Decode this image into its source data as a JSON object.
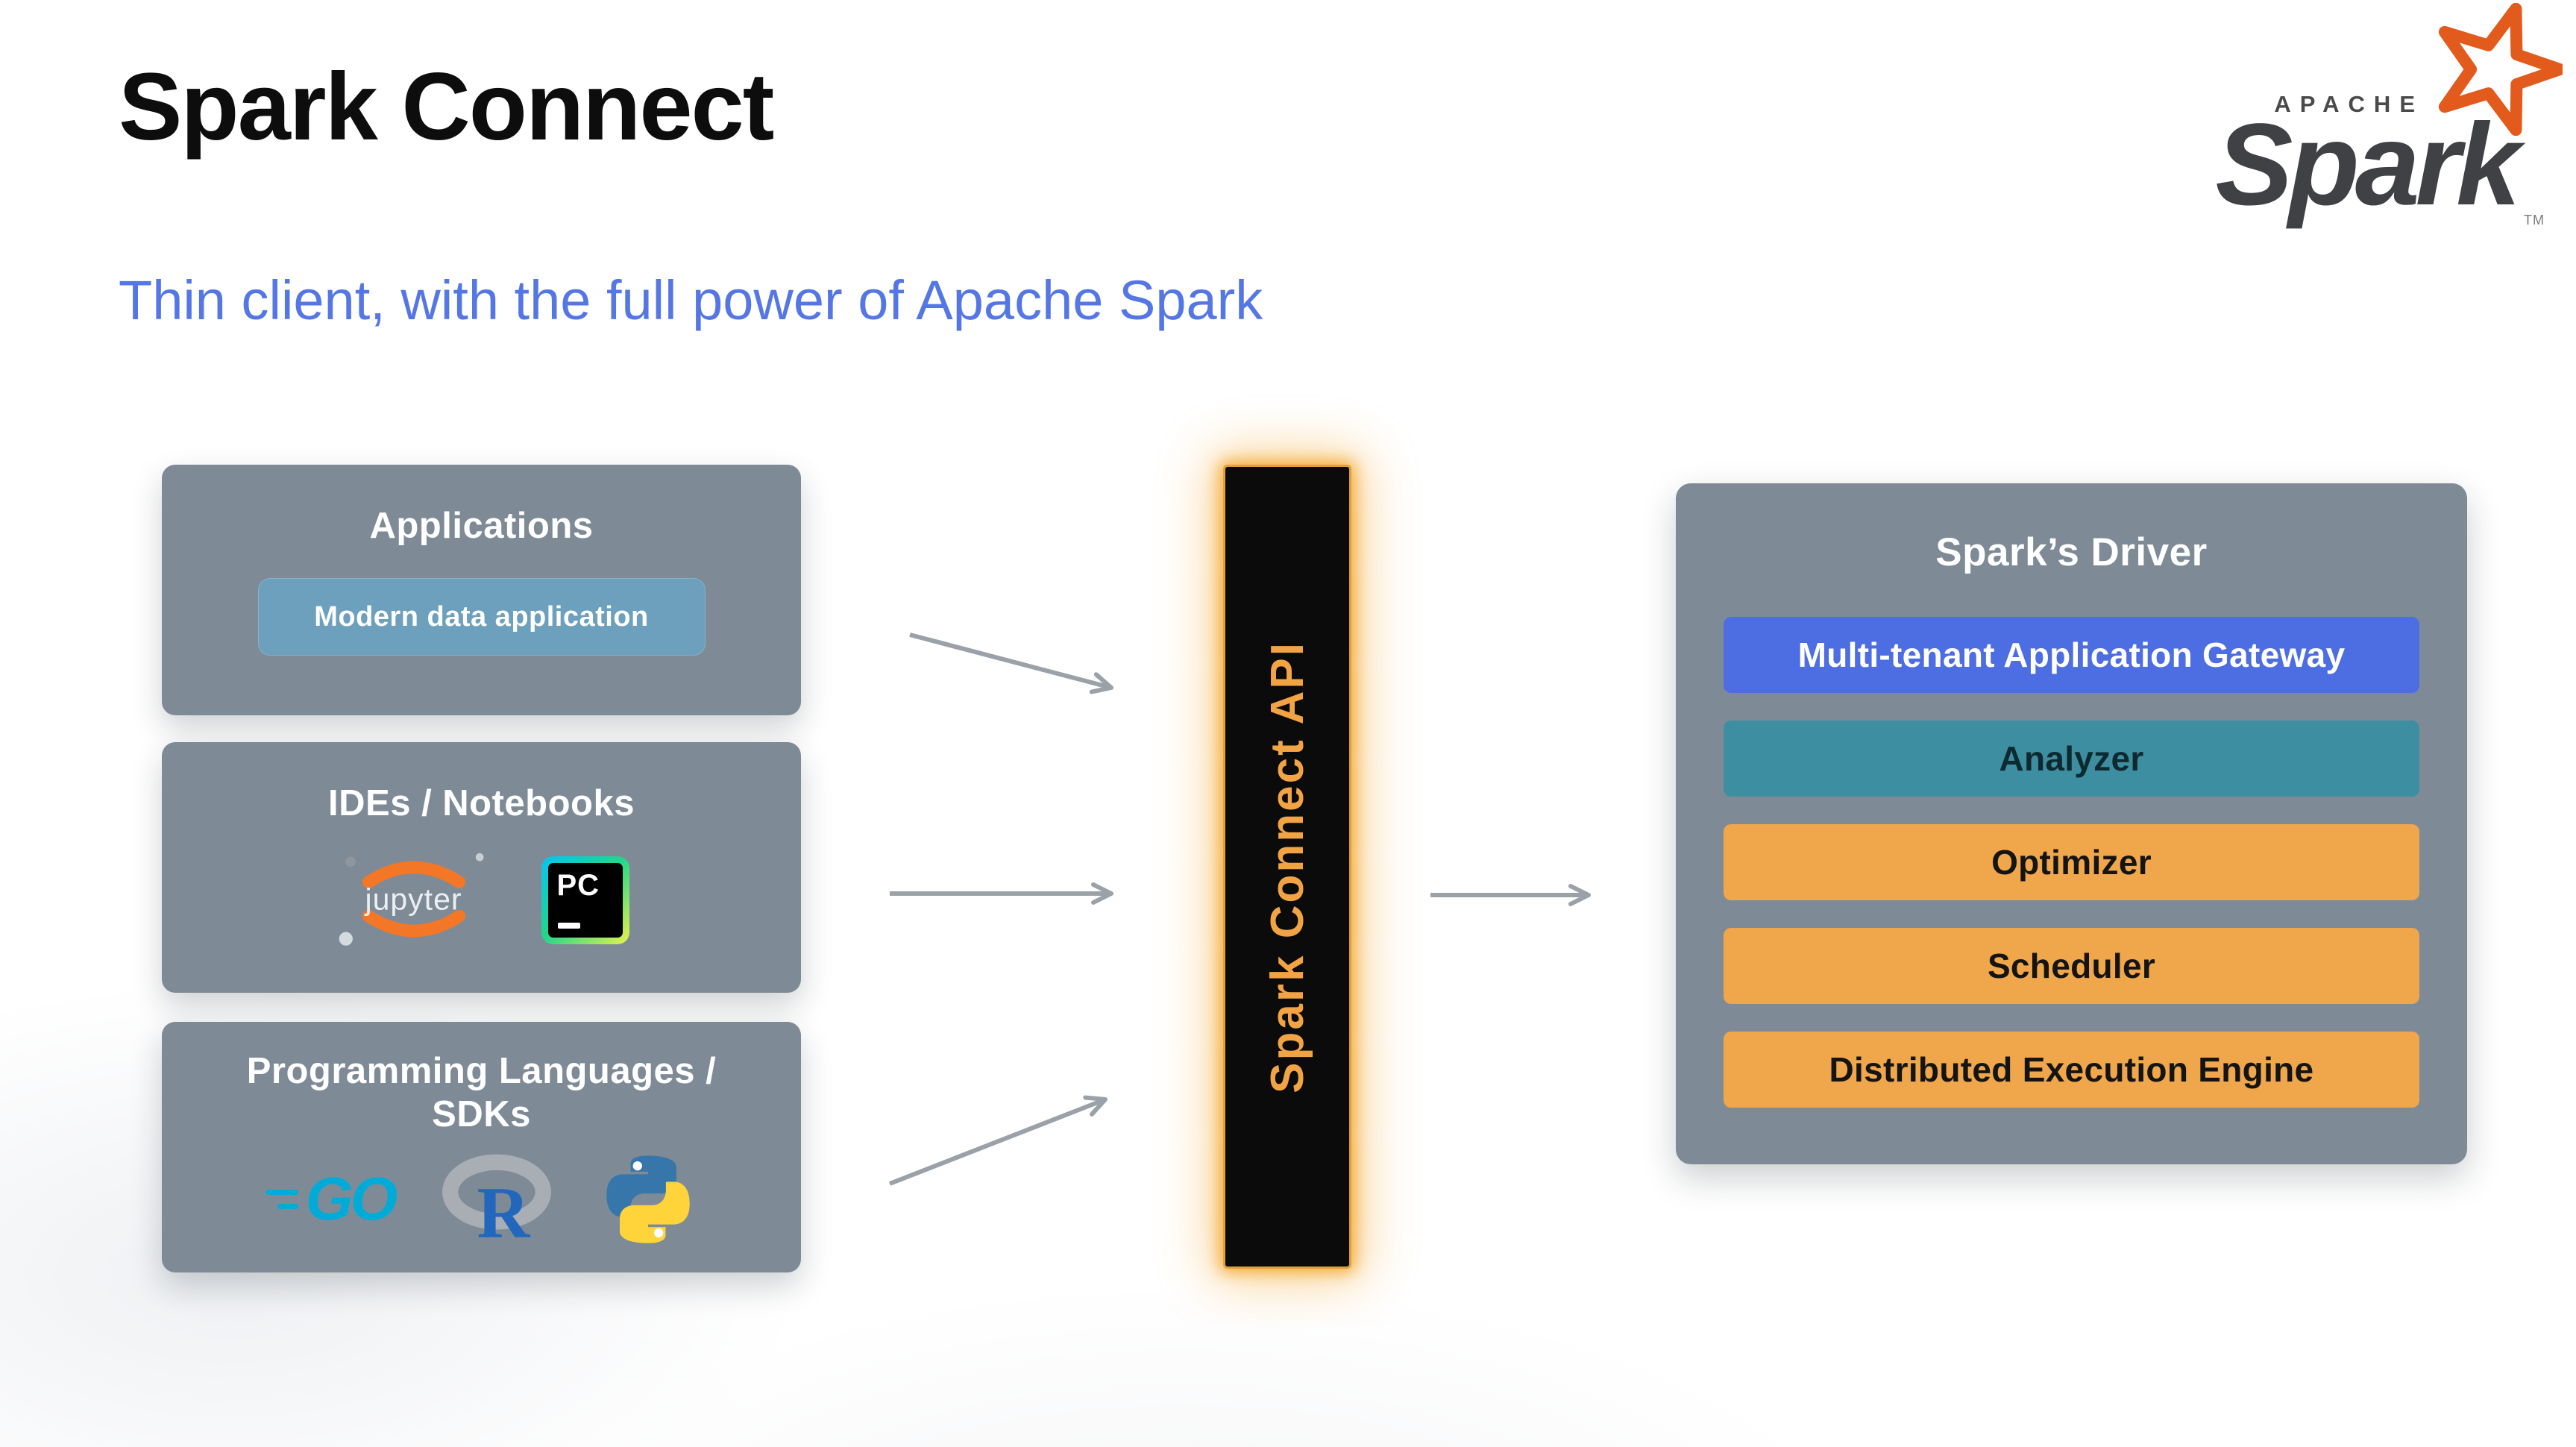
{
  "slide": {
    "title": "Spark Connect",
    "subtitle": "Thin client, with the full power of Apache Spark"
  },
  "logo": {
    "apache": "APACHE",
    "spark": "Spark",
    "tm": "TM"
  },
  "sources": [
    {
      "title": "Applications",
      "chip": "Modern data application"
    },
    {
      "title": "IDEs / Notebooks",
      "jupyter": "jupyter",
      "pycharm": "PC"
    },
    {
      "title": "Programming Languages / SDKs",
      "go": "GO",
      "r": "R"
    }
  ],
  "connector": {
    "label": "Spark Connect API"
  },
  "driver": {
    "title": "Spark’s Driver",
    "rows": [
      {
        "label": "Multi-tenant Application Gateway",
        "color": "#4D6DE3",
        "text_color": "#FFFFFF"
      },
      {
        "label": "Analyzer",
        "color": "#3D8EA1",
        "text_color": "#0E2A30"
      },
      {
        "label": "Optimizer",
        "color": "#F0A64B",
        "text_color": "#141414"
      },
      {
        "label": "Scheduler",
        "color": "#F0A64B",
        "text_color": "#141414"
      },
      {
        "label": "Distributed Execution Engine",
        "color": "#F0A64B",
        "text_color": "#141414"
      }
    ]
  },
  "colors": {
    "accent_blue": "#5577E5",
    "panel_gray": "#7E8B97",
    "chip_blue": "#6CA0BC",
    "bar_black": "#0B0B0B",
    "bar_text_orange": "#F2A444",
    "glow_orange": "#F5A623",
    "arrow_gray": "#9AA1A8",
    "star_orange": "#E25A1C",
    "spark_wordmark_gray": "#3F4145"
  },
  "icons": [
    "spark-star-icon",
    "jupyter-icon",
    "pycharm-icon",
    "go-icon",
    "r-logo-icon",
    "python-icon",
    "arrow-icon"
  ]
}
